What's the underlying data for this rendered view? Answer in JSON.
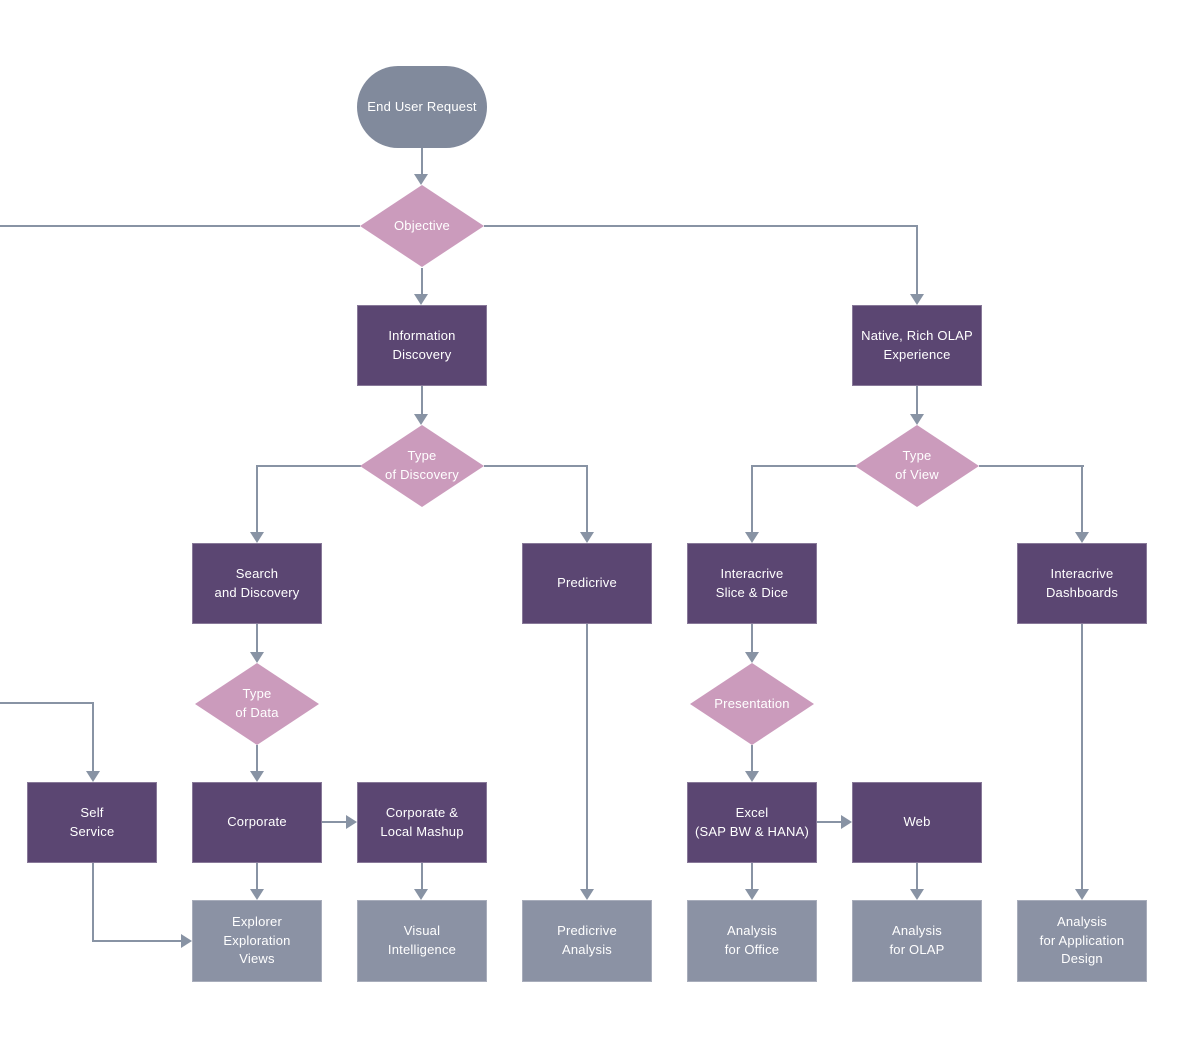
{
  "diagram": {
    "background": "#ffffff",
    "colors": {
      "terminator_fill": "#818a9c",
      "process_fill": "#5b4672",
      "decision_fill": "#cb9bbc",
      "result_fill": "#8b92a4",
      "connector": "#8893a4",
      "text": "#ffffff"
    },
    "nodes": [
      {
        "id": "end-user-request",
        "type": "terminator",
        "label": "End User Request"
      },
      {
        "id": "objective",
        "type": "decision",
        "label": "Objective"
      },
      {
        "id": "information-discovery",
        "type": "process",
        "label": "Information\nDiscovery"
      },
      {
        "id": "native-rich-olap-experience",
        "type": "process",
        "label": "Native, Rich OLAP\nExperience"
      },
      {
        "id": "type-of-discovery",
        "type": "decision",
        "label": "Type\nof Discovery"
      },
      {
        "id": "type-of-view",
        "type": "decision",
        "label": "Type\nof View"
      },
      {
        "id": "search-and-discovery",
        "type": "process",
        "label": "Search\nand Discovery"
      },
      {
        "id": "predicrive",
        "type": "process",
        "label": "Predicrive"
      },
      {
        "id": "interacrive-slice-and-dice",
        "type": "process",
        "label": "Interacrive\nSlice & Dice"
      },
      {
        "id": "interacrive-dashboards",
        "type": "process",
        "label": "Interacrive\nDashboards"
      },
      {
        "id": "type-of-data",
        "type": "decision",
        "label": "Type\nof Data"
      },
      {
        "id": "presentation",
        "type": "decision",
        "label": "Presentation"
      },
      {
        "id": "self-service",
        "type": "process",
        "label": "Self\nService"
      },
      {
        "id": "corporate",
        "type": "process",
        "label": "Corporate"
      },
      {
        "id": "corporate-and-local-mashup",
        "type": "process",
        "label": "Corporate &\nLocal Mashup"
      },
      {
        "id": "excel-sap-bw-hana",
        "type": "process",
        "label": "Excel\n(SAP BW & HANA)"
      },
      {
        "id": "web",
        "type": "process",
        "label": "Web"
      },
      {
        "id": "explorer-exploration-views",
        "type": "result",
        "label": "Explorer\nExploration\nViews"
      },
      {
        "id": "visual-intelligence",
        "type": "result",
        "label": "Visual\nIntelligence"
      },
      {
        "id": "predicrive-analysis",
        "type": "result",
        "label": "Predicrive\nAnalysis"
      },
      {
        "id": "analysis-for-office",
        "type": "result",
        "label": "Analysis\nfor Office"
      },
      {
        "id": "analysis-for-olap",
        "type": "result",
        "label": "Analysis\nfor OLAP"
      },
      {
        "id": "analysis-for-application-design",
        "type": "result",
        "label": "Analysis\nfor Application\nDesign"
      }
    ],
    "edges": [
      {
        "from": "end-user-request",
        "to": "objective"
      },
      {
        "from": "objective",
        "to": "information-discovery"
      },
      {
        "from": "objective",
        "to": "native-rich-olap-experience"
      },
      {
        "from": "objective",
        "to": "offscreen-left"
      },
      {
        "from": "information-discovery",
        "to": "type-of-discovery"
      },
      {
        "from": "native-rich-olap-experience",
        "to": "type-of-view"
      },
      {
        "from": "type-of-discovery",
        "to": "search-and-discovery"
      },
      {
        "from": "type-of-discovery",
        "to": "predicrive"
      },
      {
        "from": "type-of-view",
        "to": "interacrive-slice-and-dice"
      },
      {
        "from": "type-of-view",
        "to": "interacrive-dashboards"
      },
      {
        "from": "search-and-discovery",
        "to": "type-of-data"
      },
      {
        "from": "interacrive-slice-and-dice",
        "to": "presentation"
      },
      {
        "from": "type-of-data",
        "to": "corporate"
      },
      {
        "from": "presentation",
        "to": "excel-sap-bw-hana"
      },
      {
        "from": "offscreen-left",
        "to": "self-service"
      },
      {
        "from": "corporate",
        "to": "corporate-and-local-mashup"
      },
      {
        "from": "excel-sap-bw-hana",
        "to": "web"
      },
      {
        "from": "corporate",
        "to": "explorer-exploration-views"
      },
      {
        "from": "corporate-and-local-mashup",
        "to": "visual-intelligence"
      },
      {
        "from": "predicrive",
        "to": "predicrive-analysis"
      },
      {
        "from": "excel-sap-bw-hana",
        "to": "analysis-for-office"
      },
      {
        "from": "web",
        "to": "analysis-for-olap"
      },
      {
        "from": "interacrive-dashboards",
        "to": "analysis-for-application-design"
      },
      {
        "from": "self-service",
        "to": "explorer-exploration-views"
      }
    ]
  }
}
